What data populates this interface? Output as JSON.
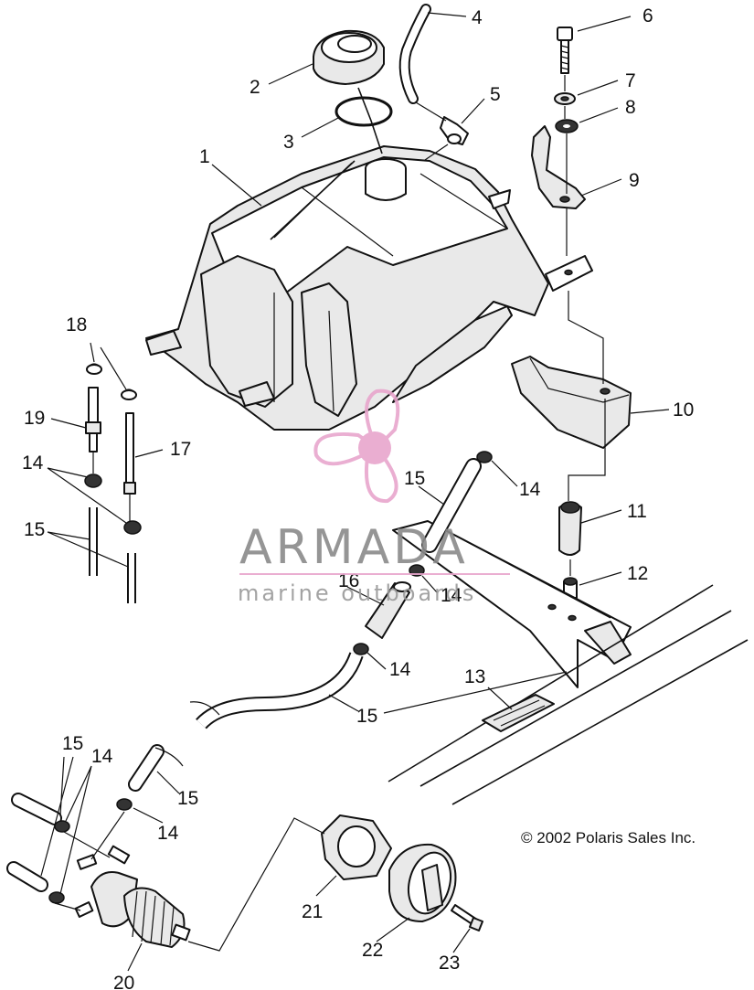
{
  "callouts": [
    "1",
    "2",
    "3",
    "4",
    "5",
    "6",
    "7",
    "8",
    "9",
    "10",
    "11",
    "12",
    "13",
    "14",
    "15",
    "16",
    "17",
    "18",
    "19",
    "20",
    "21",
    "22",
    "23"
  ],
  "repeat_labels": {
    "n14": "14",
    "n15": "15"
  },
  "copyright": "© 2002 Polaris Sales Inc.",
  "watermark": {
    "brand": "ARMADA",
    "tagline": "marine outboards",
    "logo_color": "#e8a6cd",
    "text_color": "#8a8a8a"
  }
}
